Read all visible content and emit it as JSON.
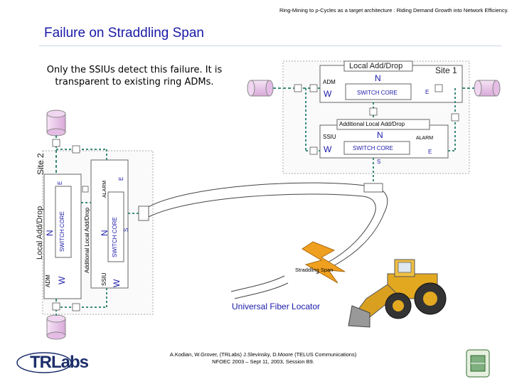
{
  "header": "Ring-Mining to ρ-Cycles as a target architecture : Riding Demand Growth into Network Efficiency.",
  "title": "Failure on Straddling Span",
  "note": "Only the SSIUs detect this failure. It is transparent to existing ring ADMs.",
  "site1": {
    "label": "Site 1",
    "adm_box": {
      "title": "Local Add/Drop",
      "adm": "ADM",
      "n": "N",
      "w": "W",
      "core": "SWITCH CORE",
      "e": "E"
    },
    "ssiu_box": {
      "title": "Additional Local Add/Drop",
      "ssiu": "SSIU",
      "n": "N",
      "alarm": "ALARM",
      "w": "W",
      "core": "SWITCH CORE",
      "e": "E",
      "s": "S"
    }
  },
  "site2": {
    "label": "Site 2",
    "adm_box": {
      "title": "Local Add/Drop",
      "adm": "ADM",
      "w": "W",
      "n": "N",
      "core": "SWITCH CORE",
      "e": "E"
    },
    "ssiu_box": {
      "title": "Additional Local Add/Drop",
      "ssiu": "SSIU",
      "w": "W",
      "n": "N",
      "core": "SWITCH CORE",
      "alarm": "ALARM",
      "e": "E",
      "s": "S"
    }
  },
  "straddling_span": "Straddling Span",
  "locator": "Universal Fiber Locator",
  "footer": {
    "line1": "A.Kodian, W.Grover, (TRLabs) J.Slevinsky, D.Moore (TELUS Communications)",
    "line2": "NFOEC 2003 – Sept 11, 2003, Session B9."
  },
  "logo": {
    "name": "TRLabs"
  },
  "colors": {
    "title": "#1a1aa8",
    "fiber": "#3c8a7a",
    "lightning": "#f0a020",
    "cylinder": "#e8c6e8"
  }
}
